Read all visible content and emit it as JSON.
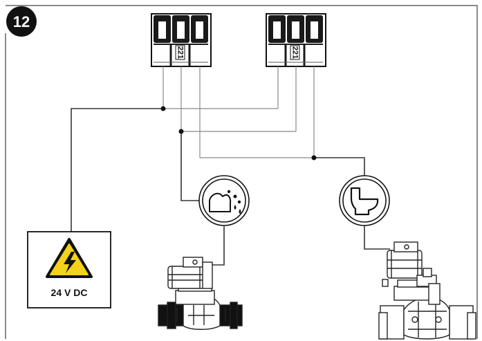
{
  "step": {
    "number": "12"
  },
  "connectors": [
    {
      "label": "221",
      "name": "left"
    },
    {
      "label": "221",
      "name": "right"
    }
  ],
  "power_supply": {
    "label": "24 V DC",
    "icon": "high-voltage-warning-icon",
    "warning_color": "#f2d21b"
  },
  "valves": [
    {
      "name": "irrigation",
      "symbol_icon": "sprinkler-droplets-icon"
    },
    {
      "name": "toilet",
      "symbol_icon": "toilet-icon"
    }
  ],
  "colors": {
    "wire": "#333333",
    "frame": "#8a8a8a",
    "badge": "#111111"
  }
}
